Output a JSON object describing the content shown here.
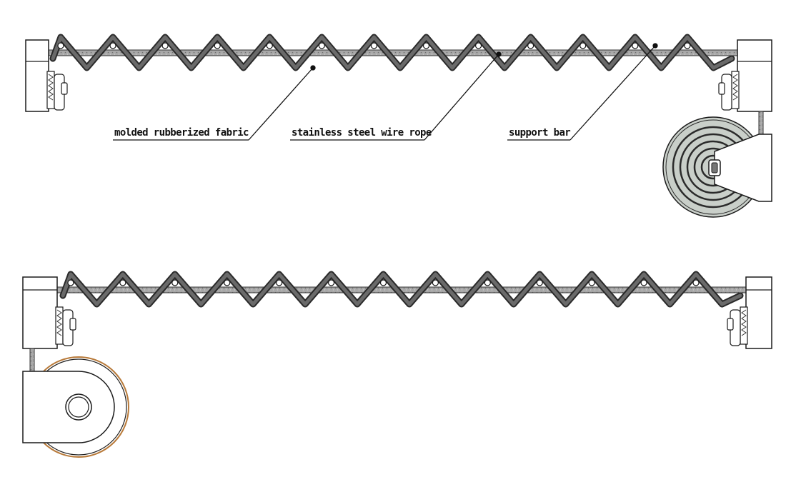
{
  "callouts": [
    {
      "id": "fabric",
      "text": "molded rubberized fabric"
    },
    {
      "id": "rope",
      "text": "stainless steel wire rope"
    },
    {
      "id": "bar",
      "text": "support bar"
    }
  ],
  "colors": {
    "fabric": "#5e5e5e",
    "fabric_outline": "#2a2a2a",
    "rope": "#9a9a9a",
    "housing_fill": "#ffffff",
    "housing_stroke": "#1a1a1a",
    "reel_coiled_fill": "#c9cfc9",
    "reel_coil_lines": "#2b2b2b",
    "reel_empty_rim": "#b87a3a"
  }
}
